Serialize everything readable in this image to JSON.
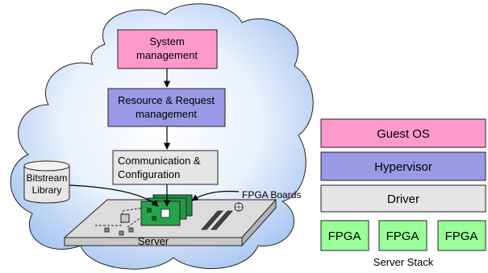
{
  "cloud_boxes": {
    "system_management": [
      "System",
      "management"
    ],
    "resource_management": [
      "Resource & Request",
      "management"
    ],
    "communication": [
      "Communication &",
      "Configuration"
    ]
  },
  "bitstream_library": [
    "Bitstream",
    "Library"
  ],
  "fpga_boards_label": "FPGA Boards",
  "server_label": "Server",
  "server_stack": {
    "layers": [
      "Guest OS",
      "Hypervisor",
      "Driver"
    ],
    "fpgas": [
      "FPGA",
      "FPGA",
      "FPGA"
    ],
    "caption": "Server Stack"
  },
  "colors": {
    "guest_os": "#ff99cc",
    "hypervisor": "#9999e6",
    "driver": "#e6e6e6",
    "fpga": "#99ff99",
    "board": "#1f8f3f",
    "cloud_fill_center": "#ffffff",
    "cloud_fill_edge": "#a9c6f2"
  }
}
